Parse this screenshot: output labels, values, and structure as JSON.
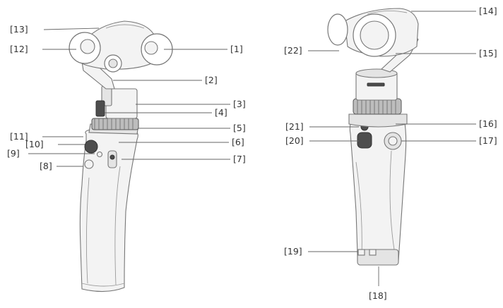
{
  "callouts": {
    "c1": "[1]",
    "c2": "[2]",
    "c3": "[3]",
    "c4": "[4]",
    "c5": "[5]",
    "c6": "[6]",
    "c7": "[7]",
    "c8": "[8]",
    "c9": "[9]",
    "c10": "[10]",
    "c11": "[11]",
    "c12": "[12]",
    "c13": "[13]",
    "c14": "[14]",
    "c15": "[15]",
    "c16": "[16]",
    "c17": "[17]",
    "c18": "[18]",
    "c19": "[19]",
    "c20": "[20]",
    "c21": "[21]",
    "c22": "[22]"
  },
  "icons": {
    "front": "handheld-gimbal-camera-front-illustration",
    "back": "handheld-gimbal-camera-rear-illustration"
  }
}
